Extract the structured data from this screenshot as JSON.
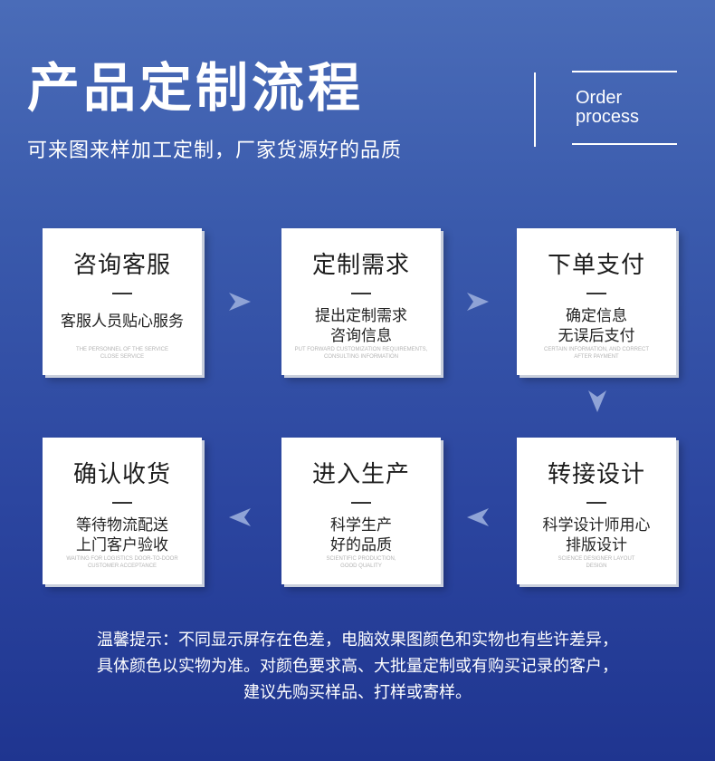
{
  "header": {
    "title": "产品定制流程",
    "subtitle": "可来图来样加工定制，厂家货源好的品质",
    "order_line1": "Order",
    "order_line2": "process"
  },
  "steps": [
    {
      "title": "咨询客服",
      "desc": [
        "客服人员贴心服务"
      ],
      "en": [
        "THE PERSONNEL OF THE SERVICE",
        "CLOSE SERVICE"
      ]
    },
    {
      "title": "定制需求",
      "desc": [
        "提出定制需求",
        "咨询信息"
      ],
      "en": [
        "PUT FORWARD CUSTOMIZATION REQUIREMENTS,",
        "CONSULTING INFORMATION"
      ]
    },
    {
      "title": "下单支付",
      "desc": [
        "确定信息",
        "无误后支付"
      ],
      "en": [
        "CERTAIN INFORMATION, AND CORRECT",
        "AFTER PAYMENT"
      ]
    },
    {
      "title": "转接设计",
      "desc": [
        "科学设计师用心",
        "排版设计"
      ],
      "en": [
        "SCIENCE DESIGNER LAYOUT",
        "DESIGN"
      ]
    },
    {
      "title": "进入生产",
      "desc": [
        "科学生产",
        "好的品质"
      ],
      "en": [
        "SCIENTIFIC PRODUCTION,",
        "GOOD QUALITY"
      ]
    },
    {
      "title": "确认收货",
      "desc": [
        "等待物流配送",
        "上门客户验收"
      ],
      "en": [
        "WAITING FOR LOGISTICS DOOR-TO-DOOR",
        "CUSTOMER ACCEPTANCE"
      ]
    }
  ],
  "notice": [
    "温馨提示：不同显示屏存在色差，电脑效果图颜色和实物也有些许差异，",
    "具体颜色以实物为准。对颜色要求高、大批量定制或有购买记录的客户，",
    "建议先购买样品、打样或寄样。"
  ],
  "colors": {
    "background_top": "#4a6cb8",
    "background_bottom": "#1f3590",
    "card": "#ffffff",
    "arrow": "#8fa3d6"
  }
}
